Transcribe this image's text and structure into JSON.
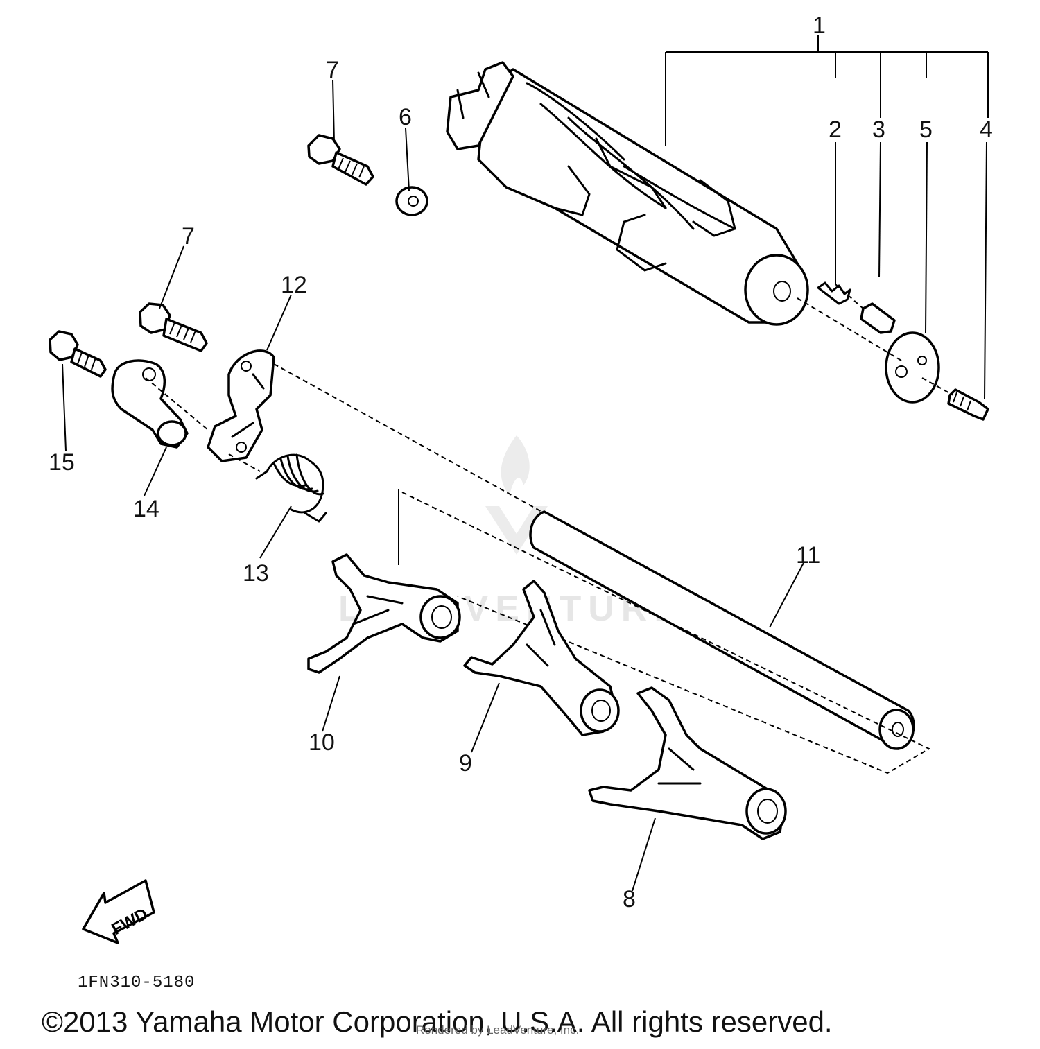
{
  "diagram": {
    "callouts": [
      "1",
      "2",
      "3",
      "5",
      "4",
      "6",
      "7",
      "7",
      "12",
      "15",
      "14",
      "13",
      "11",
      "10",
      "9",
      "8"
    ],
    "arrow_label": "FWD",
    "watermark_text": "LEADVENTURE",
    "part_code": "1FN310-5180",
    "copyright": "©2013 Yamaha Motor Corporation, U.S.A. All rights reserved.",
    "rendered_by": "Rendered by LeadVenture, Inc."
  }
}
